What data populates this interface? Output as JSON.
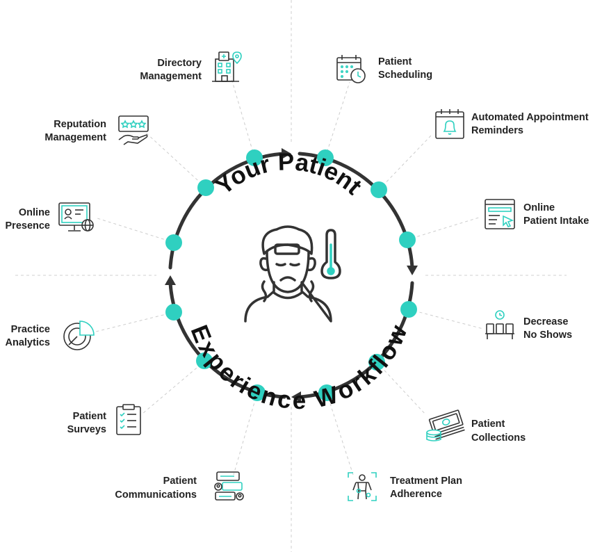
{
  "center": {
    "title_top": "Your Patient",
    "title_bottom": "Experience Workflow"
  },
  "colors": {
    "accent": "#2fd0c0",
    "ring": "#333333",
    "dash": "#cfcfcf",
    "text": "#222222"
  },
  "items": [
    {
      "line1": "Patient",
      "line2": "Scheduling",
      "icon": "calendar-clock-icon"
    },
    {
      "line1": "Automated Appointment",
      "line2": "Reminders",
      "icon": "calendar-bell-icon"
    },
    {
      "line1": "Online",
      "line2": "Patient Intake",
      "icon": "web-form-cursor-icon"
    },
    {
      "line1": "Decrease",
      "line2": "No Shows",
      "icon": "waiting-room-chairs-icon"
    },
    {
      "line1": "Patient",
      "line2": "Collections",
      "icon": "cash-coins-icon"
    },
    {
      "line1": "Treatment Plan",
      "line2": "Adherence",
      "icon": "body-scan-icon"
    },
    {
      "line1": "Patient",
      "line2": "Communications",
      "icon": "chat-users-icon"
    },
    {
      "line1": "Patient",
      "line2": "Surveys",
      "icon": "clipboard-checklist-icon"
    },
    {
      "line1": "Practice",
      "line2": "Analytics",
      "icon": "pie-chart-icon"
    },
    {
      "line1": "Online",
      "line2": "Presence",
      "icon": "monitor-globe-icon"
    },
    {
      "line1": "Reputation",
      "line2": "Management",
      "icon": "hand-stars-icon"
    },
    {
      "line1": "Directory",
      "line2": "Management",
      "icon": "hospital-location-icon"
    }
  ]
}
